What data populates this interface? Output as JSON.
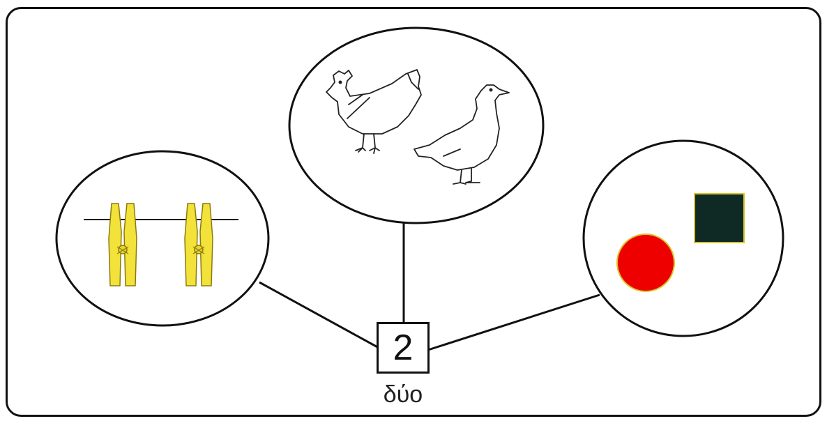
{
  "center": {
    "number": "2",
    "word": "δύο"
  },
  "groups": [
    {
      "name": "clothespins",
      "items": [
        "clothespin",
        "clothespin"
      ],
      "color": "#f2e23a"
    },
    {
      "name": "birds",
      "items": [
        "hen",
        "duck"
      ]
    },
    {
      "name": "shapes",
      "items": [
        "red-circle",
        "dark-square"
      ],
      "colors": {
        "circle": "#ee0000",
        "square": "#0f2a24"
      }
    }
  ]
}
